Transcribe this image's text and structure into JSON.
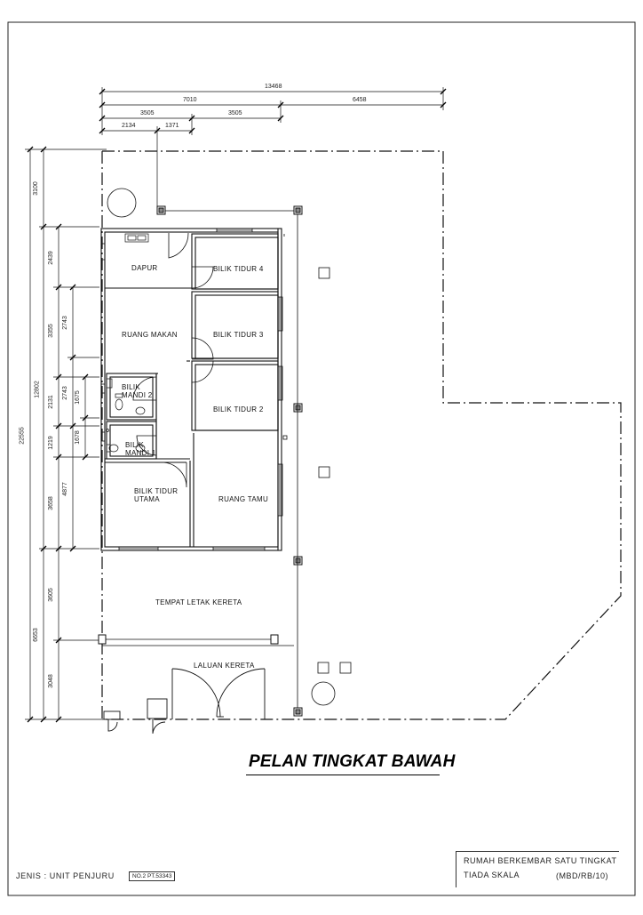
{
  "drawing": {
    "title": "PELAN TINGKAT BAWAH",
    "type_label": "JENIS : UNIT PENJURU",
    "lot_tag": "NO.2 PT.53343",
    "title_block": {
      "line1": "RUMAH BERKEMBAR SATU TINGKAT",
      "line2": "TIADA SKALA",
      "code": "(MBD/RB/10)"
    }
  },
  "rooms": {
    "dapur": "DAPUR",
    "bilik_tidur_4": "BILIK TIDUR 4",
    "ruang_makan": "RUANG MAKAN",
    "bilik_tidur_3": "BILIK TIDUR 3",
    "bilik_mandi_2": "BILIK MANDI 2",
    "bilik_tidur_2": "BILIK TIDUR 2",
    "bilik_mandi_1": "BILIK MANDI 1",
    "bilik_tidur_utama": "BILIK TIDUR UTAMA",
    "ruang_tamu": "RUANG TAMU",
    "tempat_letak_kereta": "TEMPAT LETAK KERETA",
    "laluan_kereta": "LALUAN KERETA"
  },
  "dimensions": {
    "top": [
      "13468",
      "7010",
      "6458",
      "3505",
      "3505",
      "2134",
      "1371"
    ],
    "left": [
      "22555",
      "3100",
      "12802",
      "6653",
      "2439",
      "3355",
      "2131",
      "1219",
      "3658",
      "3605",
      "3048",
      "2743",
      "2743",
      "1675",
      "1678",
      "4877"
    ]
  }
}
